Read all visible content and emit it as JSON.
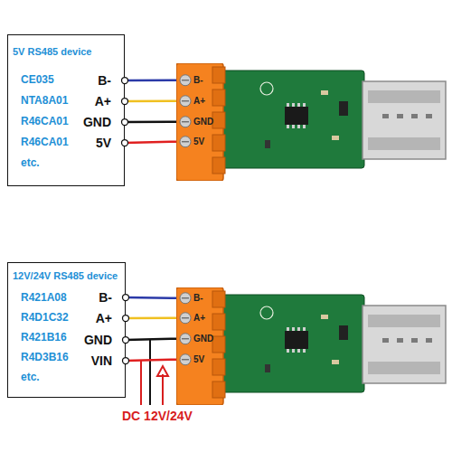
{
  "diagram": {
    "nodes": [
      {
        "text": [
          "5V RS485 device",
          "CE035",
          "NTA8A01",
          "R46CA01",
          "R46CA01",
          "etc.",
          "B-",
          "A+",
          "GND",
          "5V"
        ]
      },
      {
        "text": [
          "B-",
          "A+",
          "GND",
          "5V"
        ]
      },
      {
        "text": [
          "12V/24V RS485 device",
          "R421A08",
          "R4D1C32",
          "R421B16",
          "R4D3B16",
          "etc.",
          "B-",
          "A+",
          "GND",
          "VIN"
        ]
      },
      {
        "text": [
          "B-",
          "A+",
          "GND",
          "5V"
        ]
      }
    ],
    "edges": [
      {
        "from": 0,
        "to": 1,
        "arrow": "none"
      },
      {
        "from": 0,
        "to": 1,
        "arrow": "none"
      },
      {
        "from": 0,
        "to": 1,
        "arrow": "none"
      },
      {
        "from": 0,
        "to": 1,
        "arrow": "none"
      },
      {
        "from": 2,
        "to": 3,
        "arrow": "none"
      },
      {
        "from": 2,
        "to": 3,
        "arrow": "none"
      },
      {
        "from": 2,
        "to": 3,
        "arrow": "none"
      },
      {
        "from": 2,
        "to": 3,
        "arrow": "none"
      }
    ],
    "labels": [
      "DC 12V/24V"
    ]
  }
}
